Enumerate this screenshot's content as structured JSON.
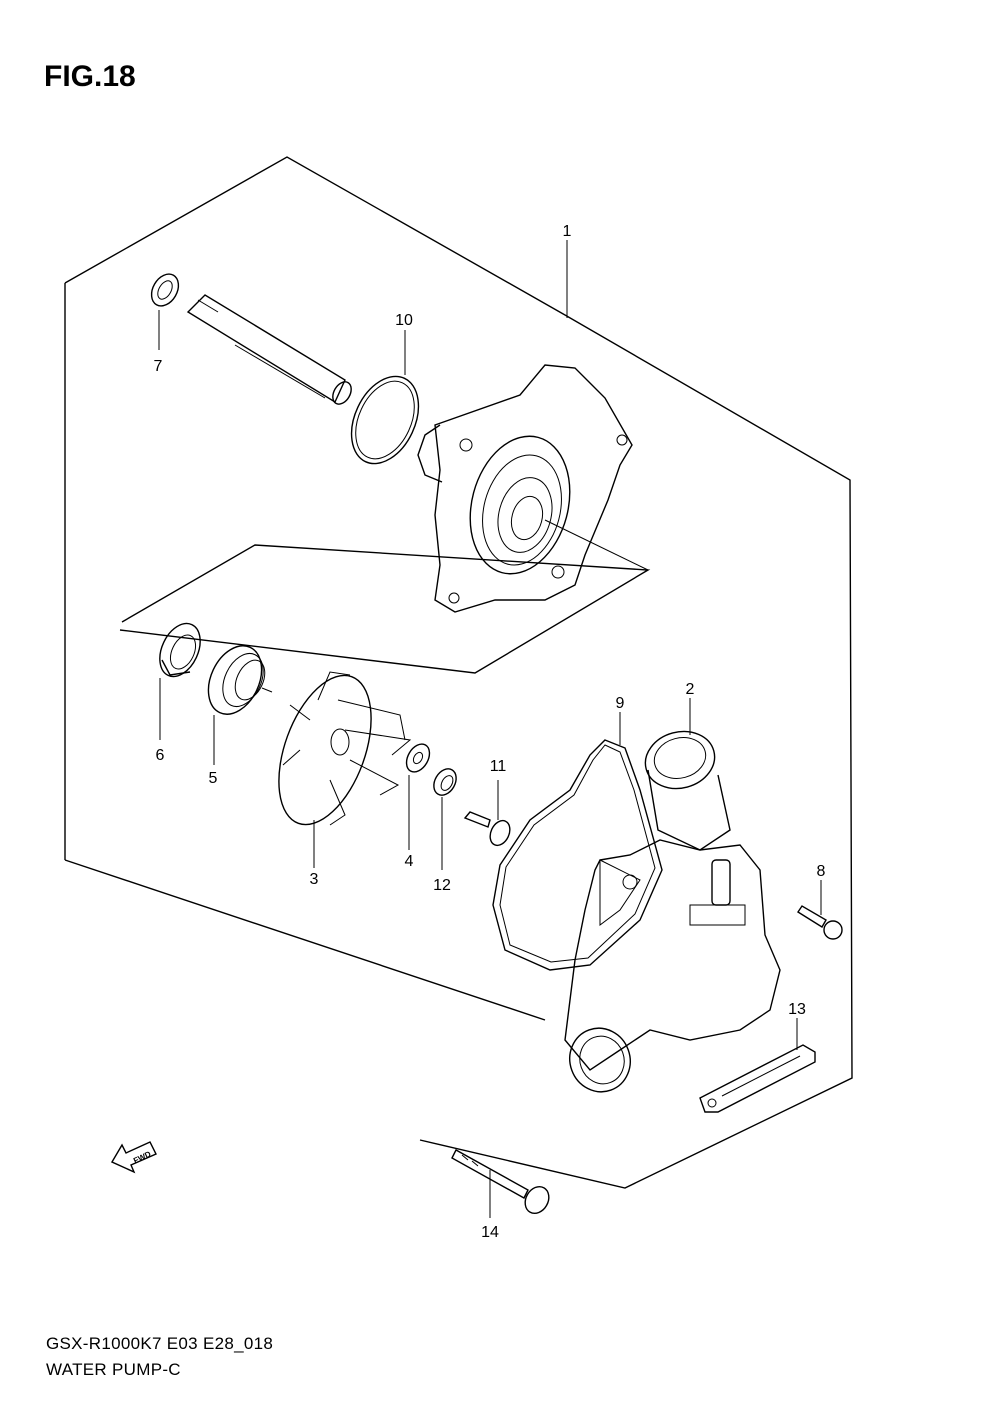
{
  "figure": {
    "title": "FIG.18"
  },
  "callouts": {
    "c1": "1",
    "c2": "2",
    "c3": "3",
    "c4": "4",
    "c5": "5",
    "c6": "6",
    "c7": "7",
    "c8": "8",
    "c9": "9",
    "c10": "10",
    "c11": "11",
    "c12": "12",
    "c13": "13",
    "c14": "14"
  },
  "fwd_label": "FWD",
  "footer": {
    "model_code": "GSX-R1000K7 E03 E28_018",
    "section_name": "WATER PUMP-C"
  }
}
